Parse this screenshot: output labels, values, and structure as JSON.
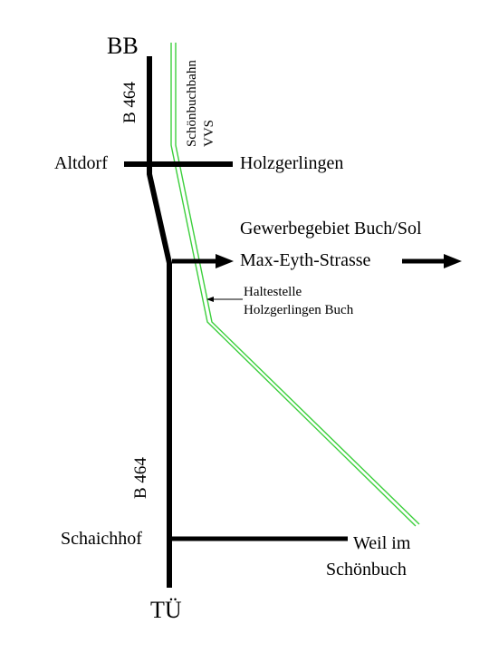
{
  "places": {
    "top_city": "BB",
    "bottom_city": "TÜ",
    "junction_west": "Altdorf",
    "junction_east": "Holzgerlingen",
    "industrial_area": "Gewerbegebiet Buch/Sol",
    "street": "Max-Eyth-Strasse",
    "south_west": "Schaichhof",
    "south_east_line1": "Weil im",
    "south_east_line2": "Schönbuch"
  },
  "roads": {
    "b464_label": "B 464"
  },
  "railway": {
    "name": "Schönbuchbahn",
    "operator": "VVS",
    "stop_line1": "Haltestelle",
    "stop_line2": "Holzgerlingen Buch",
    "color": "#3ccf3c"
  },
  "colors": {
    "road": "#000000",
    "background": "#ffffff"
  }
}
